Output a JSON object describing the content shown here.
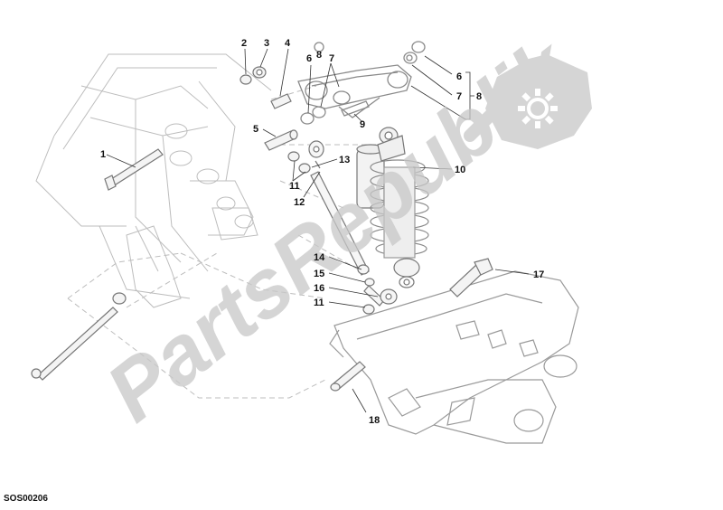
{
  "diagram": {
    "callouts": [
      {
        "id": "c1",
        "label": "1"
      },
      {
        "id": "c2",
        "label": "2"
      },
      {
        "id": "c3",
        "label": "3"
      },
      {
        "id": "c4",
        "label": "4"
      },
      {
        "id": "c5",
        "label": "5"
      },
      {
        "id": "c6a",
        "label": "6"
      },
      {
        "id": "c7a",
        "label": "7"
      },
      {
        "id": "c8a",
        "label": "8"
      },
      {
        "id": "c6b",
        "label": "6"
      },
      {
        "id": "c7b",
        "label": "7"
      },
      {
        "id": "c8b",
        "label": "8"
      },
      {
        "id": "c9",
        "label": "9"
      },
      {
        "id": "c10",
        "label": "10"
      },
      {
        "id": "c11a",
        "label": "11"
      },
      {
        "id": "c12",
        "label": "12"
      },
      {
        "id": "c13",
        "label": "13"
      },
      {
        "id": "c14",
        "label": "14"
      },
      {
        "id": "c15",
        "label": "15"
      },
      {
        "id": "c16",
        "label": "16"
      },
      {
        "id": "c11b",
        "label": "11"
      },
      {
        "id": "c17",
        "label": "17"
      },
      {
        "id": "c18",
        "label": "18"
      }
    ],
    "drawing_code": "SOS00206"
  },
  "watermark": {
    "text": "PartsRepublik",
    "color": "#c8c8c8",
    "icon": "gear-icon"
  }
}
